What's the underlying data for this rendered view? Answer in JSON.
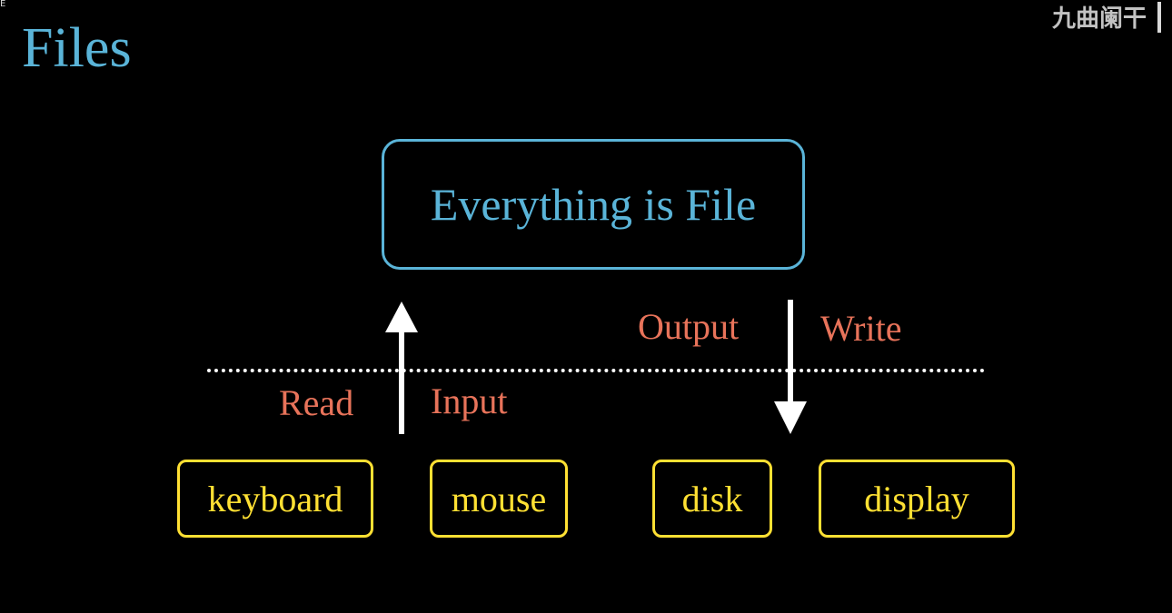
{
  "colors": {
    "background": "#000000",
    "title": "#5ab4d8",
    "center_box": "#5ab4d8",
    "device_box": "#ffe033",
    "label": "#e8735a",
    "arrow": "#ffffff",
    "watermark": "#d8d8d8"
  },
  "title": "Files",
  "watermark": "九曲阑干",
  "corner_mark": "E",
  "center": {
    "text": "Everything is File"
  },
  "labels": {
    "read": "Read",
    "input": "Input",
    "output": "Output",
    "write": "Write"
  },
  "devices": [
    {
      "label": "keyboard"
    },
    {
      "label": "mouse"
    },
    {
      "label": "disk"
    },
    {
      "label": "display"
    }
  ],
  "arrows": {
    "up": "input arrow pointing up",
    "down": "output arrow pointing down"
  }
}
